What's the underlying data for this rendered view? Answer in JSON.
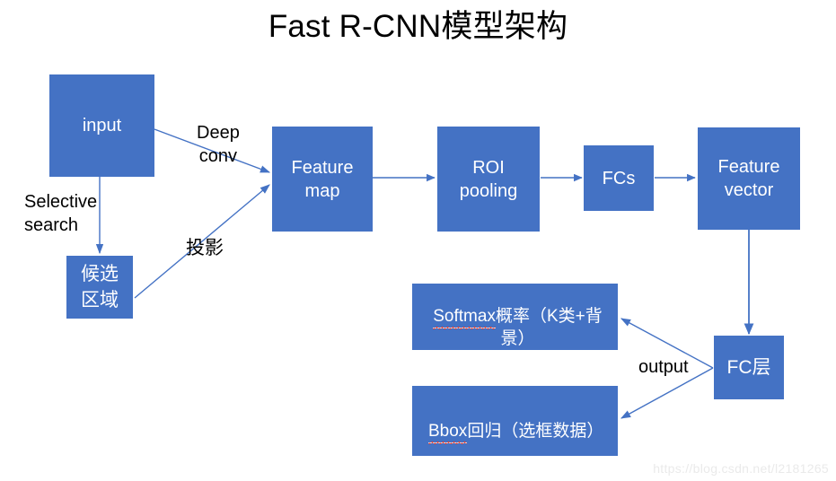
{
  "title": "Fast R-CNN模型架构",
  "colors": {
    "node_fill": "#4472C4",
    "node_text": "#FFFFFF",
    "arrow": "#4472C4",
    "label_text": "#000000",
    "background": "#FFFFFF",
    "spellcheck_underline": "#E03A2F",
    "watermark": "#EAEAEA"
  },
  "nodes": [
    {
      "id": "input",
      "label": "input"
    },
    {
      "id": "proposal",
      "label": "候选\n区域"
    },
    {
      "id": "feature-map",
      "label": "Feature\nmap"
    },
    {
      "id": "roi-pooling",
      "label": "ROI\npooling"
    },
    {
      "id": "fcs",
      "label": "FCs"
    },
    {
      "id": "feature-vector",
      "label": "Feature\nvector"
    },
    {
      "id": "fc-layer",
      "label": "FC层"
    },
    {
      "id": "softmax",
      "label_misspelled": "Softmax",
      "label_rest": "概率（K类+背景）"
    },
    {
      "id": "bbox",
      "label_misspelled": "Bbox",
      "label_rest": "回归（选框数据）"
    }
  ],
  "edge_labels": {
    "deep_conv": "Deep\nconv",
    "selective_search": "Selective\nsearch",
    "projection": "投影",
    "output": "output"
  },
  "watermark": "https://blog.csdn.net/l2181265"
}
